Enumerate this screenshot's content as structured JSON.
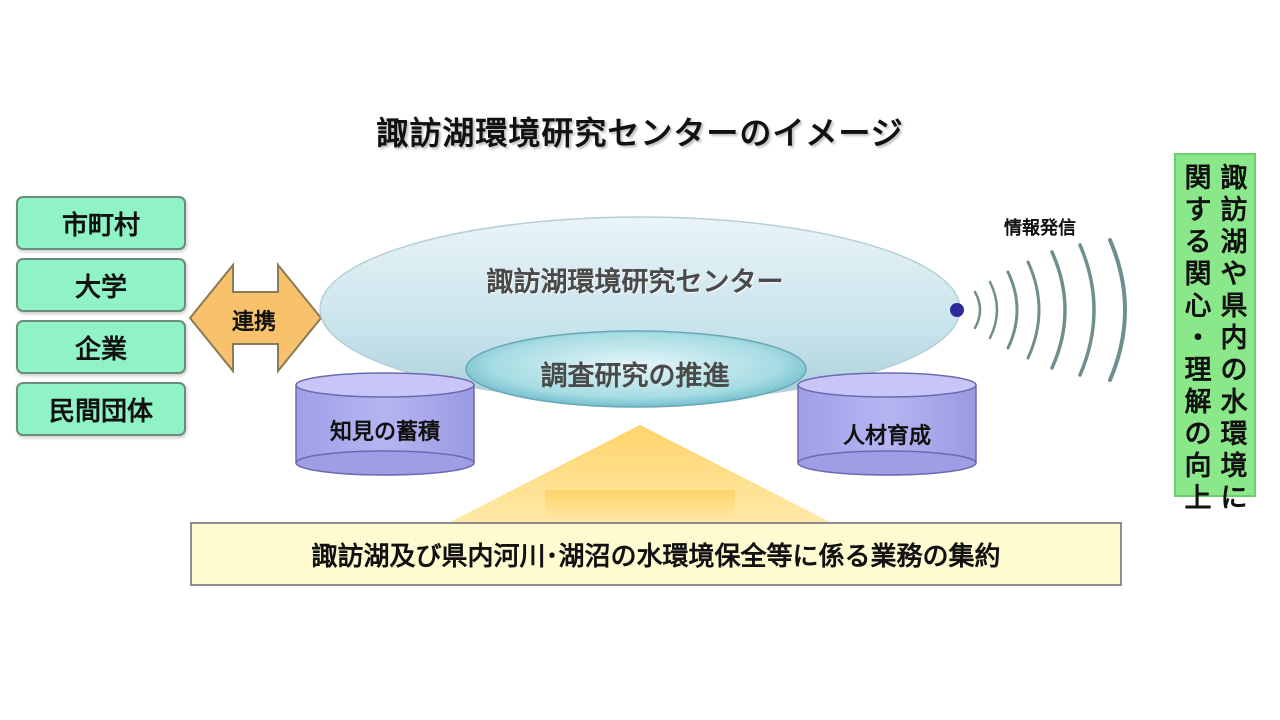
{
  "title": "諏訪湖環境研究センターのイメージ",
  "partners": [
    "市町村",
    "大学",
    "企業",
    "民間団体"
  ],
  "link_label": "連携",
  "center_label": "諏訪湖環境研究センター",
  "core_label": "調査研究の推進",
  "pillars": {
    "left": "知見の蓄積",
    "right": "人材育成"
  },
  "info_label": "情報発信",
  "foundation_label": "諏訪湖及び県内河川･湖沼の水環境保全等に係る業務の集約",
  "side_note": {
    "col1": "関する関心・理解の向上",
    "col2": "諏訪湖や県内の水環境に"
  }
}
